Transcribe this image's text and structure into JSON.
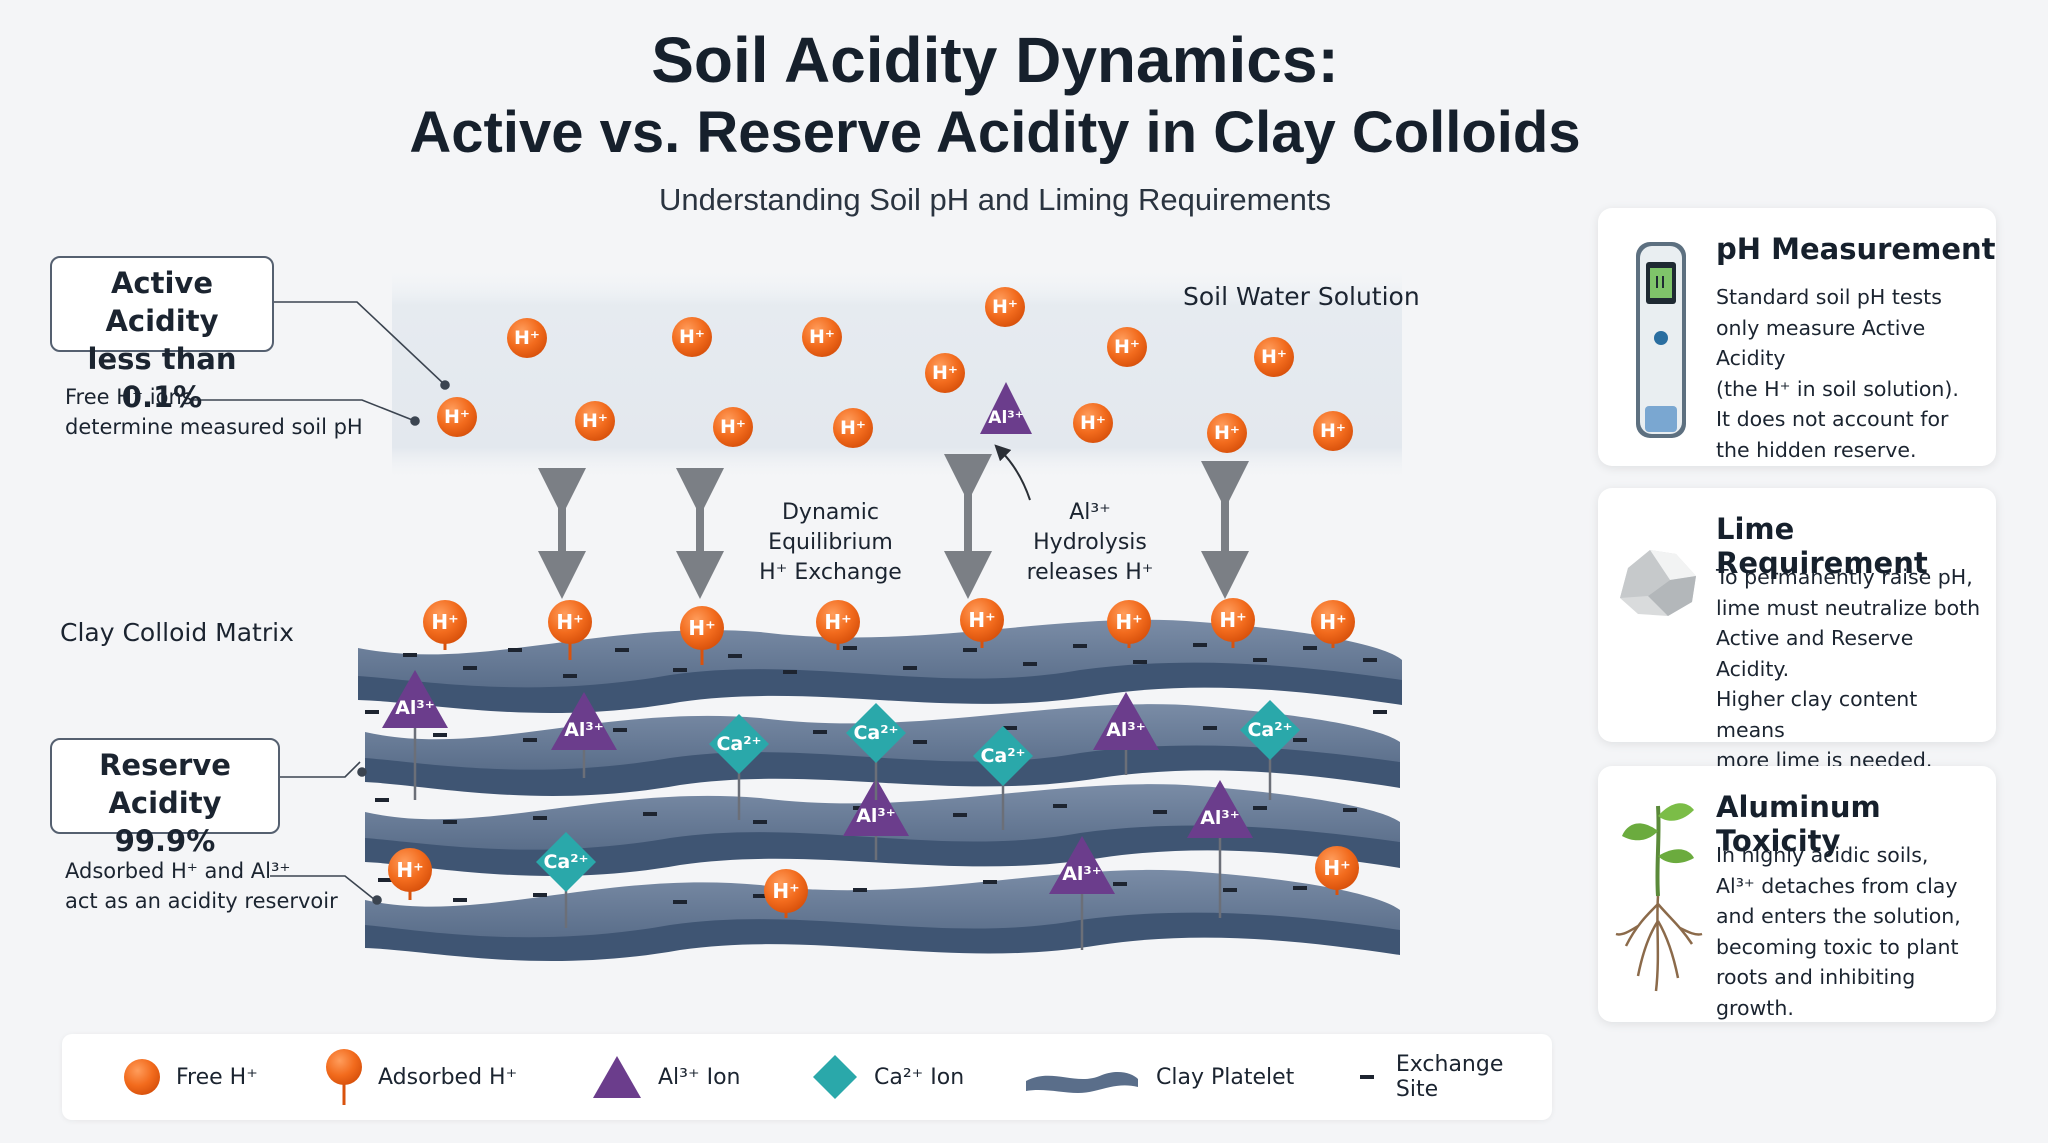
{
  "title": {
    "line1": "Soil Acidity Dynamics:",
    "line2": "Active vs. Reserve Acidity in Clay Colloids",
    "subtitle": "Understanding Soil pH and Liming Requirements"
  },
  "diagram": {
    "solution_label": "Soil Water Solution",
    "matrix_label": "Clay Colloid Matrix",
    "active": {
      "box_line1": "Active Acidity",
      "box_line2": "less than 0.1%",
      "note_line1": "Free H⁺ ions",
      "note_line2": "determine measured soil pH"
    },
    "reserve": {
      "box_line1": "Reserve Acidity",
      "box_line2": "99.9%",
      "note_line1": "Adsorbed H⁺ and Al³⁺",
      "note_line2": "act as an acidity reservoir"
    },
    "equilibrium": {
      "line1": "Dynamic Equilibrium",
      "line2": "H⁺ Exchange"
    },
    "hydrolysis": {
      "line1": "Al³⁺ Hydrolysis",
      "line2": "releases H⁺"
    },
    "ion_labels": {
      "h": "H⁺",
      "al": "Al³⁺",
      "ca": "Ca²⁺"
    }
  },
  "cards": [
    {
      "title": "pH Measurement",
      "icon": "ph-meter-icon",
      "lines": [
        "Standard soil pH tests",
        "only measure Active Acidity",
        "(the H⁺ in soil solution).",
        "It does not account for",
        "the hidden reserve."
      ]
    },
    {
      "title": "Lime Requirement",
      "icon": "lime-rock-icon",
      "lines": [
        "To permanently raise pH,",
        "lime must neutralize both",
        "Active and Reserve Acidity.",
        "Higher clay content means",
        "more lime is needed."
      ]
    },
    {
      "title": "Aluminum Toxicity",
      "icon": "plant-seedling-icon",
      "lines": [
        "In highly acidic soils,",
        "Al³⁺ detaches from clay",
        "and enters the solution,",
        "becoming toxic to plant",
        "roots and inhibiting growth."
      ]
    }
  ],
  "legend": [
    {
      "label": "Free H⁺",
      "icon": "free-h-ion-icon"
    },
    {
      "label": "Adsorbed H⁺",
      "icon": "adsorbed-h-ion-icon"
    },
    {
      "label": "Al³⁺ Ion",
      "icon": "al-ion-icon"
    },
    {
      "label": "Ca²⁺ Ion",
      "icon": "ca-ion-icon"
    },
    {
      "label": "Clay Platelet",
      "icon": "clay-platelet-icon"
    },
    {
      "label": "Exchange Site",
      "icon": "exchange-site-icon"
    }
  ],
  "colors": {
    "h_ion": "#f26b1d",
    "al_ion": "#6b3d8c",
    "ca_ion": "#2aa8aa",
    "clay": "#4e6584",
    "arrow": "#7b7f85"
  }
}
